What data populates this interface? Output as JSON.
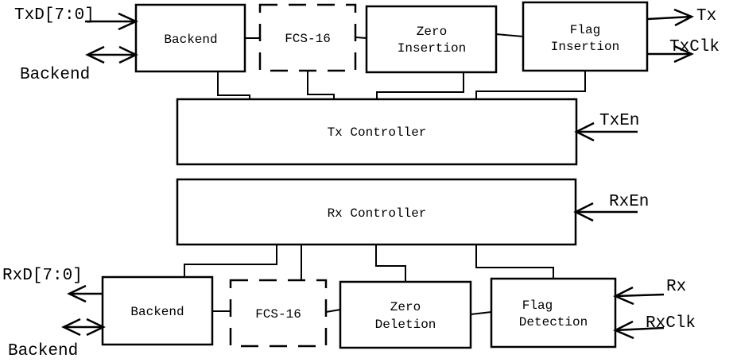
{
  "tx": {
    "backend": "Backend",
    "fcs": "FCS-16",
    "zero_line1": "Zero",
    "zero_line2": "Insertion",
    "flag_line1": "Flag",
    "flag_line2": "Insertion",
    "controller": "Tx Controller"
  },
  "rx": {
    "backend": "Backend",
    "fcs": "FCS-16",
    "zero_line1": "Zero",
    "zero_line2": "Deletion",
    "flag_line1": "Flag",
    "flag_line2": "Detection",
    "controller": "Rx Controller"
  },
  "signals": {
    "txd": "TxD[7:0]",
    "tx_backend": "Backend",
    "tx": "Tx",
    "txclk": "TxClk",
    "txen": "TxEn",
    "rxen": "RxEn",
    "rxd": "RxD[7:0]",
    "rx_backend": "Backend",
    "rx": "Rx",
    "rxclk": "RxClk"
  }
}
